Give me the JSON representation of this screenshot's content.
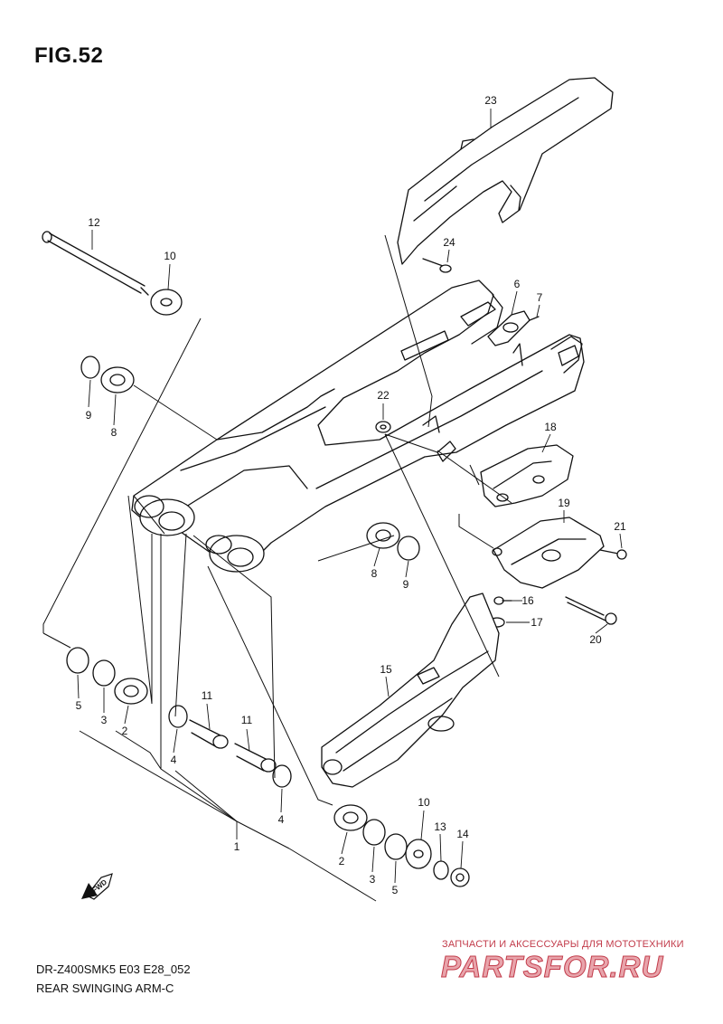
{
  "figure": {
    "title": "FIG.52",
    "model_code": "DR-Z400SMK5 E03 E28_052",
    "caption": "REAR SWINGING ARM-C"
  },
  "watermark": {
    "subtitle": "ЗАПЧАСТИ И АКСЕССУАРЫ ДЛЯ МОТОТЕХНИКИ",
    "logo": "PARTSFOR.RU"
  },
  "fwd_label": "FWD",
  "callouts": [
    "1",
    "2",
    "3",
    "4",
    "5",
    "6",
    "7",
    "8",
    "9",
    "10",
    "11",
    "12",
    "13",
    "14",
    "15",
    "16",
    "17",
    "18",
    "19",
    "20",
    "21",
    "22",
    "23",
    "24"
  ]
}
